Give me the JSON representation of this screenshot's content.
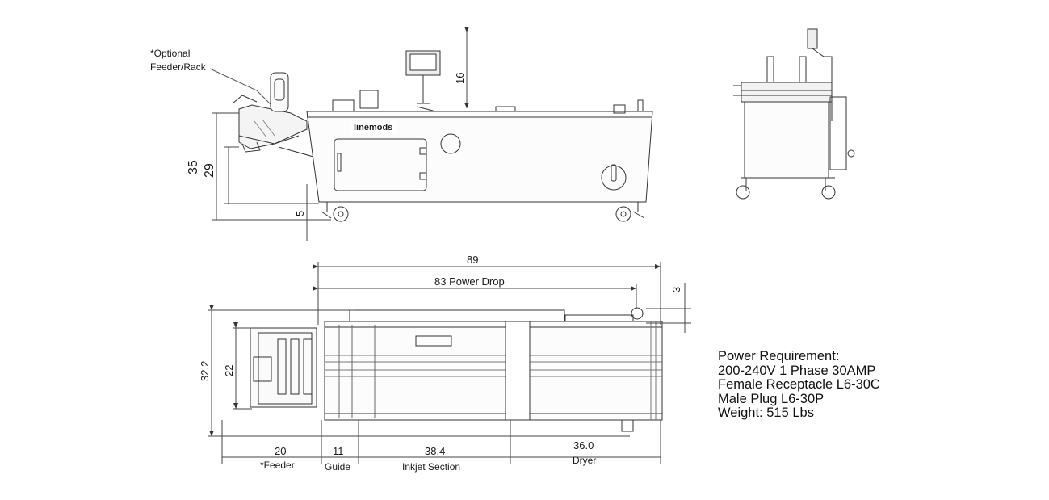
{
  "side_view": {
    "optional_label_line1": "*Optional",
    "optional_label_line2": "Feeder/Rack",
    "brand": "linemods",
    "dim_16": "16",
    "dim_35": "35",
    "dim_29": "29",
    "dim_5": "5"
  },
  "top_view": {
    "dim_89": "89",
    "dim_83": "83 Power Drop",
    "dim_3": "3",
    "dim_32_2": "32.2",
    "dim_22": "22",
    "dim_20": "20",
    "dim_20_label": "*Feeder",
    "dim_11": "11",
    "dim_11_label": "Guide",
    "dim_38_4": "38.4",
    "dim_38_4_label": "Inkjet Section",
    "dim_36_0": "36.0",
    "dim_36_0_label": "Dryer"
  },
  "specs": {
    "title": "Power Requirement:",
    "line1": "200-240V 1 Phase 30AMP",
    "line2": "Female Receptacle L6-30C",
    "line3": "Male Plug L6-30P",
    "line4": "Weight: 515 Lbs"
  }
}
